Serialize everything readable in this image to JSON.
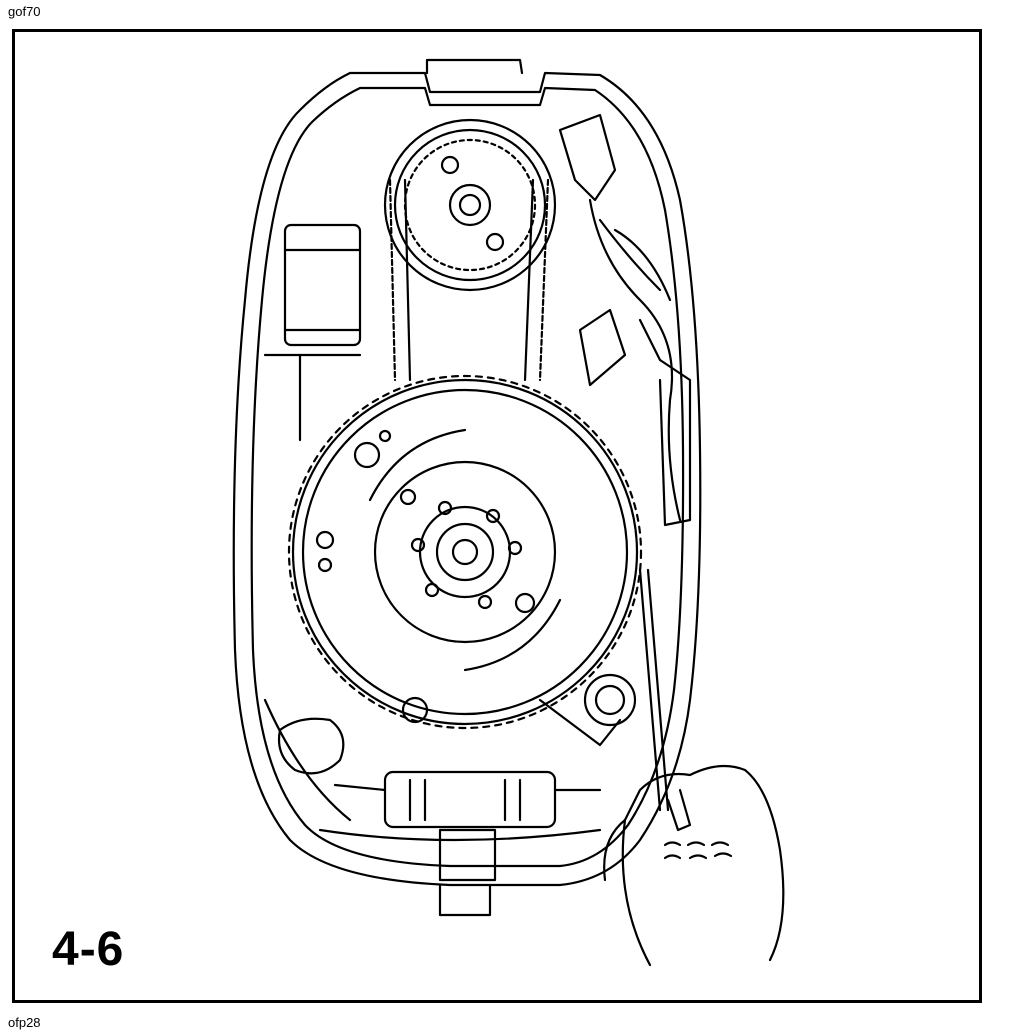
{
  "header": {
    "code": "gof70"
  },
  "footer": {
    "code": "ofp28"
  },
  "figure": {
    "label": "4-6"
  }
}
